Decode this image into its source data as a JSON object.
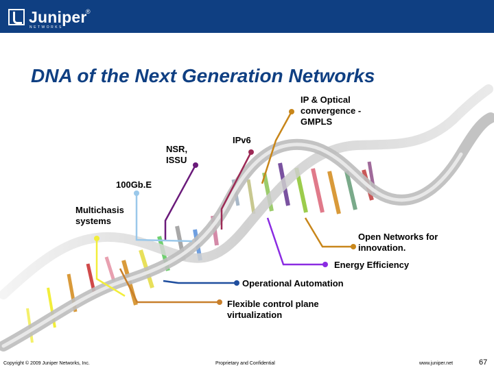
{
  "header": {
    "logo_text": "Juniper",
    "logo_registered": "®",
    "logo_subtext": "NETWORKS"
  },
  "slide": {
    "title": "DNA of the Next Generation Networks"
  },
  "labels": {
    "ip_optical_1": "IP & Optical",
    "ip_optical_2": "convergence -",
    "ip_optical_3": "GMPLS",
    "ipv6": "IPv6",
    "nsr_1": "NSR,",
    "nsr_2": "ISSU",
    "gbe": "100Gb.E",
    "multichasis_1": "Multichasis",
    "multichasis_2": "systems",
    "open_networks_1": "Open Networks for",
    "open_networks_2": "innovation.",
    "energy": "Energy Efficiency",
    "operational": "Operational Automation",
    "flexible_1": "Flexible control plane",
    "flexible_2": "virtualization"
  },
  "colors": {
    "brand_blue": "#0f3f82",
    "ip_optical": "#c8861a",
    "ipv6": "#9c2a55",
    "nsr": "#6a1a7a",
    "gbe": "#9ac8ea",
    "multichasis": "#f2ee3a",
    "open_networks": "#c8861a",
    "energy": "#8a2be2",
    "operational": "#1f4e9e",
    "flexible": "#c87f2a"
  },
  "footer": {
    "copyright": "Copyright © 2009 Juniper Networks, Inc.",
    "confidential": "Proprietary and Confidential",
    "url": "www.juniper.net",
    "page_number": "67"
  }
}
